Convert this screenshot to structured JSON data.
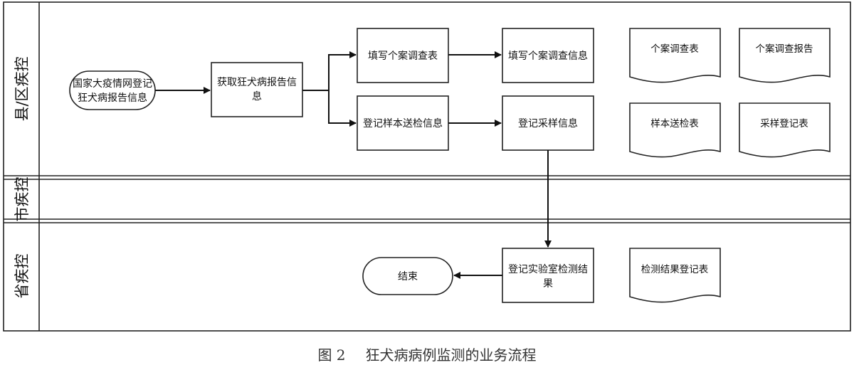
{
  "lanes": {
    "county": "县/区疾控",
    "city": "市疾控",
    "province": "省疾控"
  },
  "nodes": {
    "start": [
      "国家大疫情网登记",
      "狂犬病报告信息"
    ],
    "get_report": [
      "获取狂犬病报告信",
      "息"
    ],
    "fill_case_form": [
      "填写个案调查表"
    ],
    "fill_case_info": [
      "填写个案调查信息"
    ],
    "register_sample": [
      "登记样本送检信息"
    ],
    "register_sampling": [
      "登记采样信息"
    ],
    "register_lab_result": [
      "登记实验室检测结",
      "果"
    ],
    "end": [
      "结束"
    ]
  },
  "documents": {
    "case_form": "个案调查表",
    "case_report": "个案调查报告",
    "sample_form": "样本送检表",
    "sampling_form": "采样登记表",
    "result_form": "检测结果登记表"
  },
  "caption": {
    "figure_label": "图 2",
    "title": "狂犬病病例监测的业务流程"
  }
}
